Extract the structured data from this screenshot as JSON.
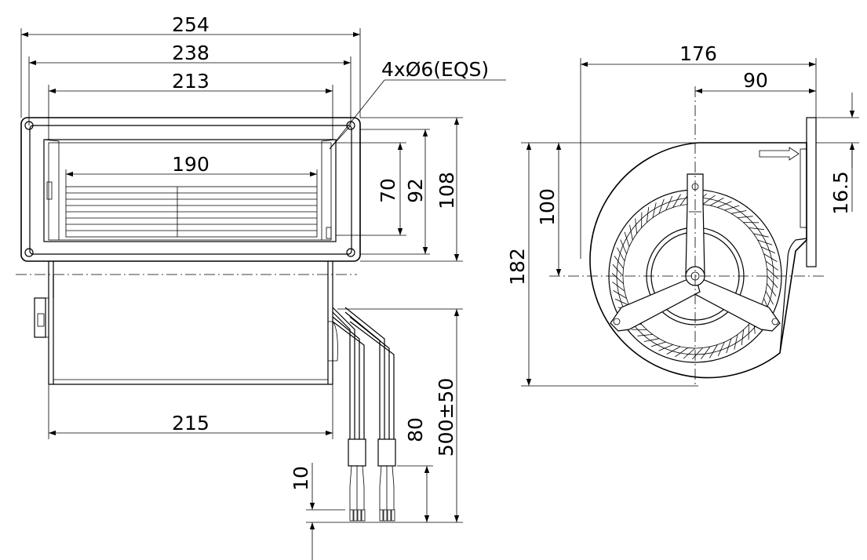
{
  "front_view": {
    "width_overall": "254",
    "width_hole_centers": "238",
    "width_opening": "213",
    "width_outlet": "190",
    "height_outlet": "70",
    "height_opening": "92",
    "height_overall": "108",
    "housing_length": "215",
    "holes_note": "4xØ6(EQS)"
  },
  "cable": {
    "length": "500±50",
    "strip_length": "80",
    "end_length": "10"
  },
  "side_view": {
    "depth_overall": "176",
    "depth_axis": "90",
    "height_overall": "182",
    "height_axis": "100",
    "flange_offset": "16.5"
  }
}
